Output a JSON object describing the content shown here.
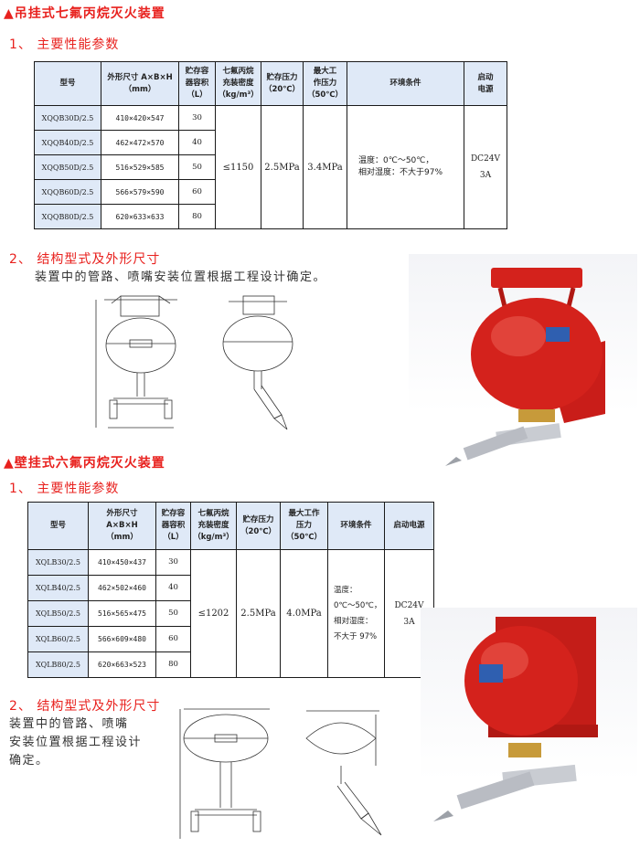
{
  "section1": {
    "title": "▲吊挂式七氟丙烷灭火装置",
    "params_heading": "1、 主要性能参数",
    "table": {
      "headers": [
        "型号",
        "外形尺寸 A×B×H\n（mm）",
        "贮存容\n器容积\n（L）",
        "七氟丙烷\n充装密度\n（kg/m³）",
        "贮存压力\n（20℃）",
        "最大工\n作压力\n（50℃）",
        "环境条件",
        "启动\n电源"
      ],
      "rows": [
        {
          "model": "XQQB30D/2.5",
          "dims": "410×420×547",
          "volume": "30"
        },
        {
          "model": "XQQB40D/2.5",
          "dims": "462×472×570",
          "volume": "40"
        },
        {
          "model": "XQQB50D/2.5",
          "dims": "516×529×585",
          "volume": "50"
        },
        {
          "model": "XQQB60D/2.5",
          "dims": "566×579×590",
          "volume": "60"
        },
        {
          "model": "XQQB80D/2.5",
          "dims": "620×633×633",
          "volume": "80"
        }
      ],
      "density": "≤1150",
      "storage_pressure": "2.5MPa",
      "max_pressure": "3.4MPa",
      "environment": "温度：0℃～50℃，\n相对湿度：不大于97%",
      "power": "DC24V\n3A"
    },
    "structure_heading": "2、 结构型式及外形尺寸",
    "structure_note": "装置中的管路、喷嘴安装位置根据工程设计确定。"
  },
  "section2": {
    "title": "▲壁挂式六氟丙烷灭火装置",
    "params_heading": "1、 主要性能参数",
    "table": {
      "headers": [
        "型号",
        "外形尺寸\nA×B×H\n（mm）",
        "贮存容\n器容积\n（L）",
        "七氟丙烷\n充装密度\n（kg/m³）",
        "贮存压力\n（20℃）",
        "最大工作\n压力\n（50℃）",
        "环境条件",
        "启动电源"
      ],
      "rows": [
        {
          "model": "XQLB30/2.5",
          "dims": "410×450×437",
          "volume": "30"
        },
        {
          "model": "XQLB40/2.5",
          "dims": "462×502×460",
          "volume": "40"
        },
        {
          "model": "XQLB50/2.5",
          "dims": "516×565×475",
          "volume": "50"
        },
        {
          "model": "XQLB60/2.5",
          "dims": "566×609×480",
          "volume": "60"
        },
        {
          "model": "XQLB80/2.5",
          "dims": "620×663×523",
          "volume": "80"
        }
      ],
      "density": "≤1202",
      "storage_pressure": "2.5MPa",
      "max_pressure": "4.0MPa",
      "environment": "温度：\n0℃～50℃，\n相对湿度：\n不大于 97%",
      "power": "DC24V\n3A"
    },
    "structure_heading": "2、 结构型式及外形尺寸",
    "structure_note": "装置中的管路、喷嘴\n安装位置根据工程设计\n确定。"
  },
  "colors": {
    "accent": "#e8211e",
    "header_bg": "#dfe9f7",
    "device_red": "#d4221c"
  }
}
